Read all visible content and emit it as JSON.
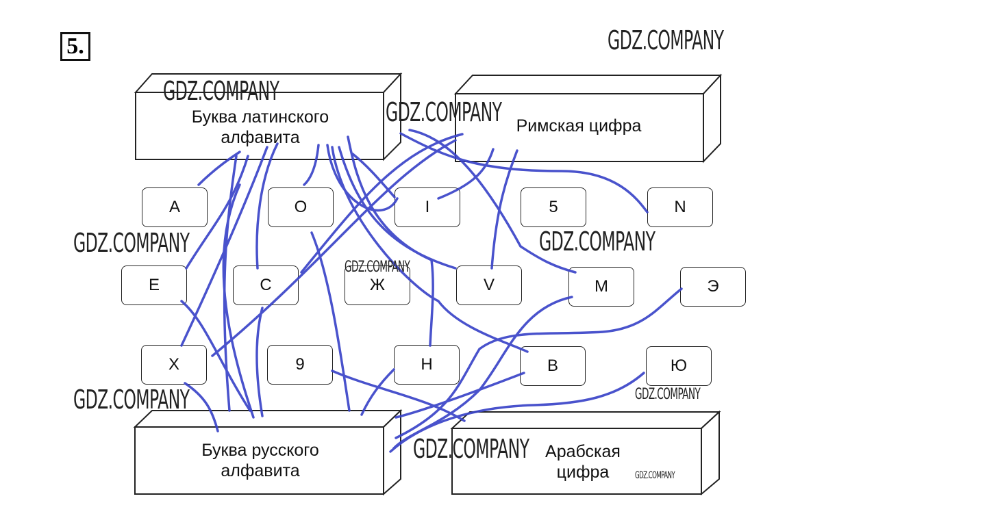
{
  "exercise_number": "5.",
  "categories": {
    "latin": "Буква латинского алфавита",
    "roman": "Римская цифра",
    "russian": "Буква русского алфавита",
    "arabic": "Арабская цифра"
  },
  "tiles": {
    "row1": [
      "A",
      "O",
      "I",
      "5",
      "N"
    ],
    "row2": [
      "E",
      "C",
      "Ж",
      "V",
      "M",
      "Э"
    ],
    "row3": [
      "X",
      "9",
      "H",
      "B",
      "Ю"
    ]
  },
  "watermark": "GDZ.COMPANY",
  "colors": {
    "line": "#3a44c8",
    "border": "#222222"
  }
}
